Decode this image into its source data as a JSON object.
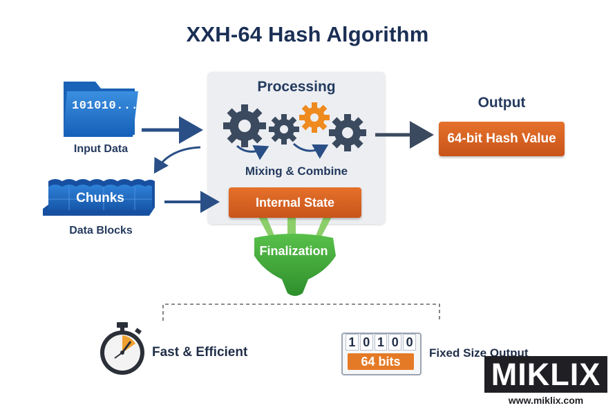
{
  "title": "XXH-64 Hash Algorithm",
  "input": {
    "file_text": "101010...",
    "label": "Input Data"
  },
  "chunks": {
    "text": "Chunks",
    "label": "Data Blocks"
  },
  "processing": {
    "title": "Processing",
    "mixing_label": "Mixing & Combine",
    "internal_state": "Internal State"
  },
  "output": {
    "label": "Output",
    "value": "64-bit Hash Value"
  },
  "finalization": {
    "label": "Finalization"
  },
  "features": {
    "fast": "Fast & Efficient",
    "fixed": "Fixed Size Output",
    "bits": [
      "1",
      "0",
      "1",
      "0",
      "0"
    ],
    "bits_badge": "64 bits"
  },
  "watermark": {
    "logo": "MIKLIX",
    "url": "www.miklix.com"
  },
  "colors": {
    "navy": "#1b2f55",
    "blue": "#1e6fc9",
    "orange": "#e0662a",
    "green": "#3ca33a",
    "gear": "#3b4a5e",
    "gear_accent": "#ef8a1f"
  },
  "icons": [
    "folder-icon",
    "gear-icon",
    "funnel-icon",
    "stopwatch-icon",
    "arrow-icon"
  ]
}
